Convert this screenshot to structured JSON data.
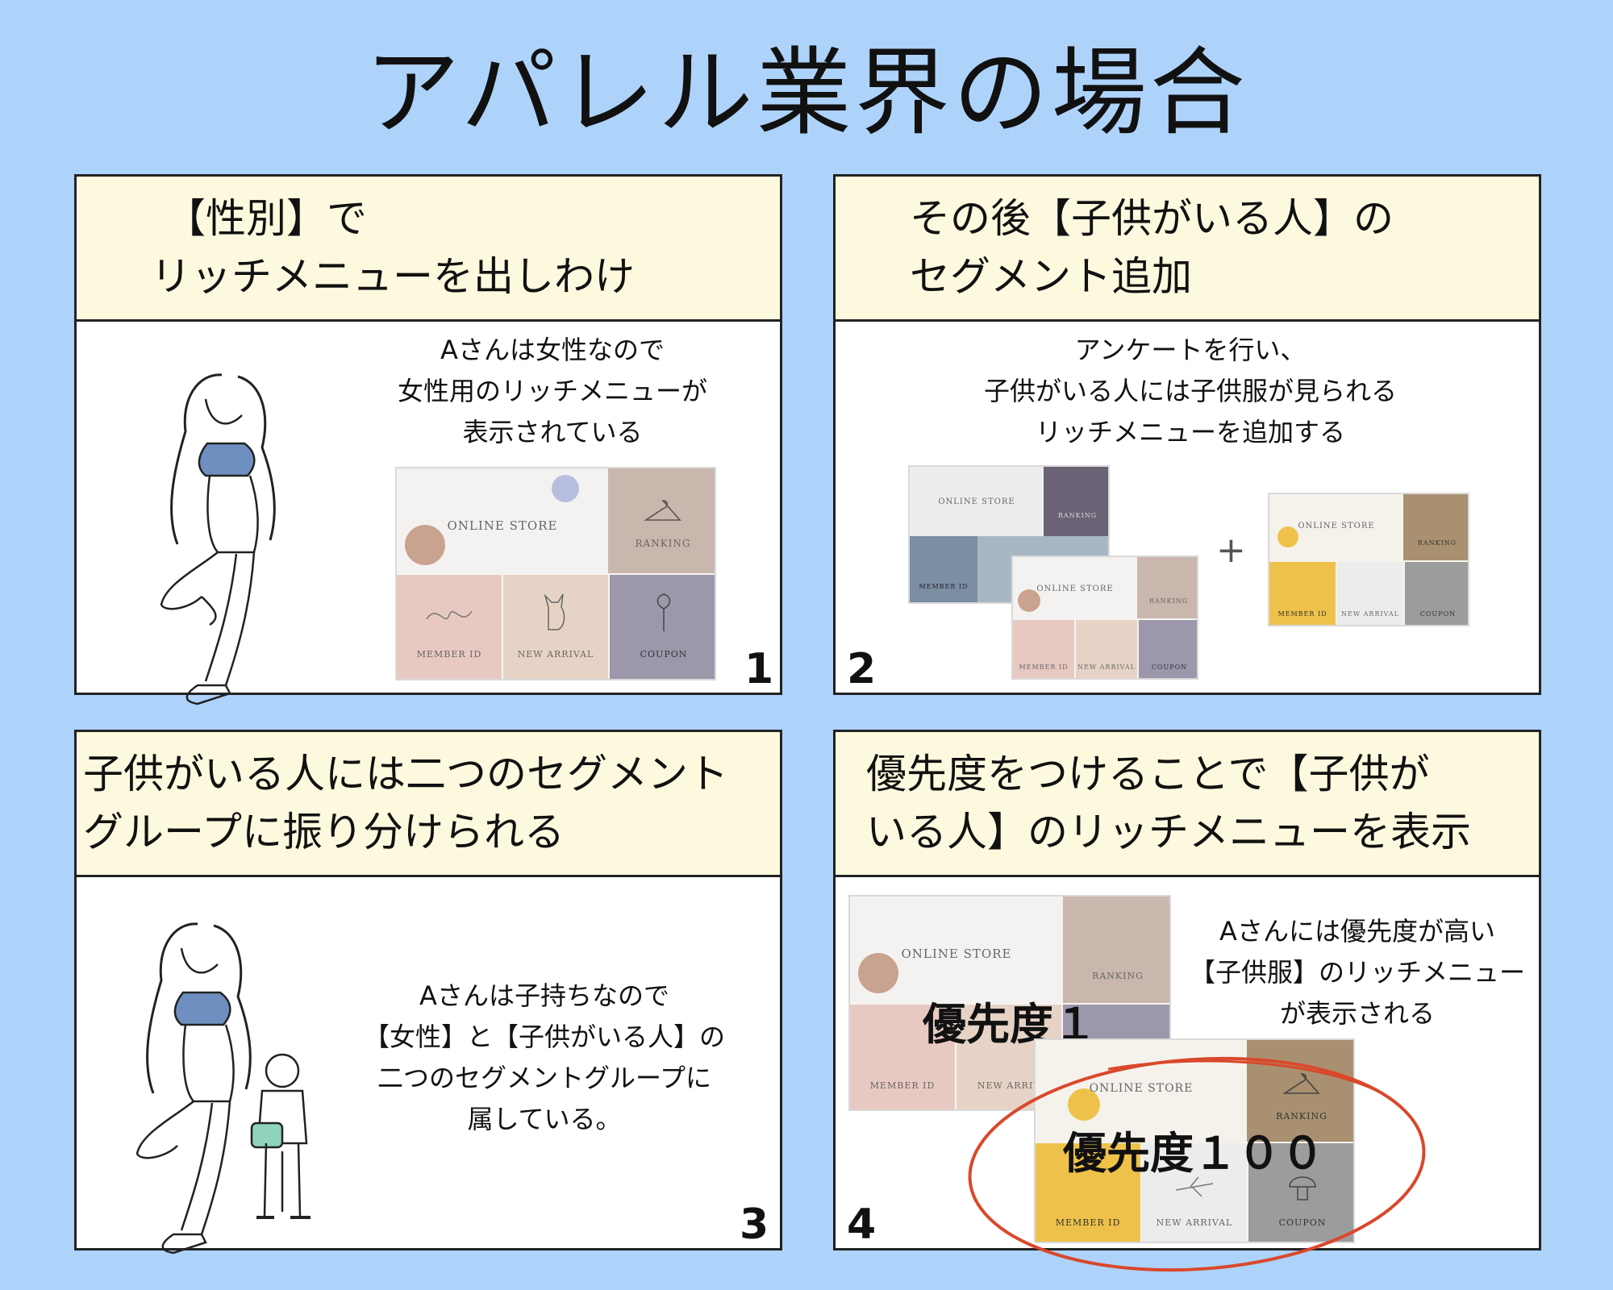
{
  "title": "アパレル業界の場合",
  "panels": {
    "p1": {
      "heading": [
        "【性別】で",
        "リッチメニューを出しわけ"
      ],
      "desc": [
        "Aさんは女性なので",
        "女性用のリッチメニューが",
        "表示されている"
      ],
      "number": "1"
    },
    "p2": {
      "heading": [
        "その後【子供がいる人】の",
        "セグメント追加"
      ],
      "desc": [
        "アンケートを行い、",
        "子供がいる人には子供服が見られる",
        "リッチメニューを追加する"
      ],
      "plus": "+",
      "number": "2"
    },
    "p3": {
      "heading": [
        "子供がいる人には二つのセグメント",
        "グループに振り分けられる"
      ],
      "desc": [
        "Aさんは子持ちなので",
        "【女性】と【子供がいる人】の",
        "二つのセグメントグループに",
        "属している。"
      ],
      "number": "3"
    },
    "p4": {
      "heading": [
        "優先度をつけることで【子供が",
        "いる人】のリッチメニューを表示"
      ],
      "desc": [
        "Aさんには優先度が高い",
        "【子供服】のリッチメニュー",
        "が表示される"
      ],
      "priority_low": "優先度１",
      "priority_high": "優先度１００",
      "number": "4"
    }
  },
  "menu_labels": {
    "online_store": "ONLINE STORE",
    "ranking": "RANKING",
    "member_id": "MEMBER ID",
    "new_arrival": "NEW ARRIVAL",
    "coupon": "COUPON",
    "new_arriv_cut": "NEW ARRIV"
  },
  "colors": {
    "background": "#aed3fb",
    "header": "#fdf9df",
    "highlight_circle": "#d9482b",
    "women_menu": [
      "#f4f2f1",
      "#c9b6ac",
      "#e8c9c2",
      "#e6d3c6",
      "#9c97ab"
    ],
    "kids_menu": [
      "#f5f2ec",
      "#a99070",
      "#eec24a",
      "#ececec",
      "#9c9c9c"
    ]
  }
}
